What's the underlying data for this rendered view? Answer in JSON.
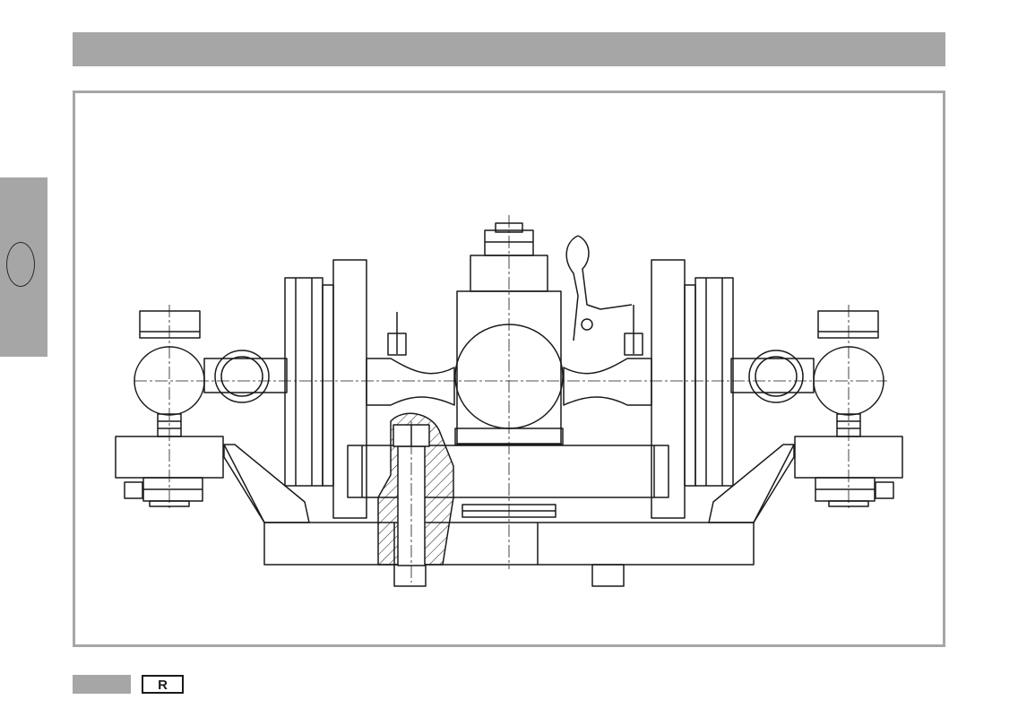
{
  "page": {
    "accent_color": "#a6a6a6",
    "line_color": "#1a1a1a"
  },
  "side_tab": {
    "icon": "oval-marker-icon"
  },
  "drawing": {
    "subject": "towing-hitch-assembly-cross-section",
    "hatch": "cross-section-hatching"
  },
  "footer": {
    "icon": "bracket-r-mark-icon",
    "mark_text": "R"
  }
}
